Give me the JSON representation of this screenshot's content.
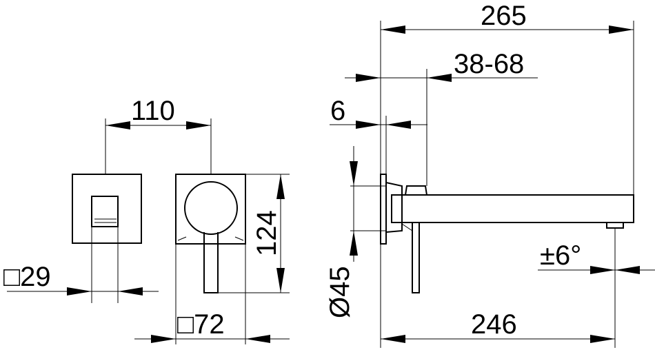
{
  "dimensions": {
    "d265": "265",
    "d38_68": "38-68",
    "d6": "6",
    "d110": "110",
    "d124": "124",
    "d45": "Ø45",
    "d29": "□29",
    "d72": "□72",
    "d246": "246",
    "angle": "±6°"
  }
}
